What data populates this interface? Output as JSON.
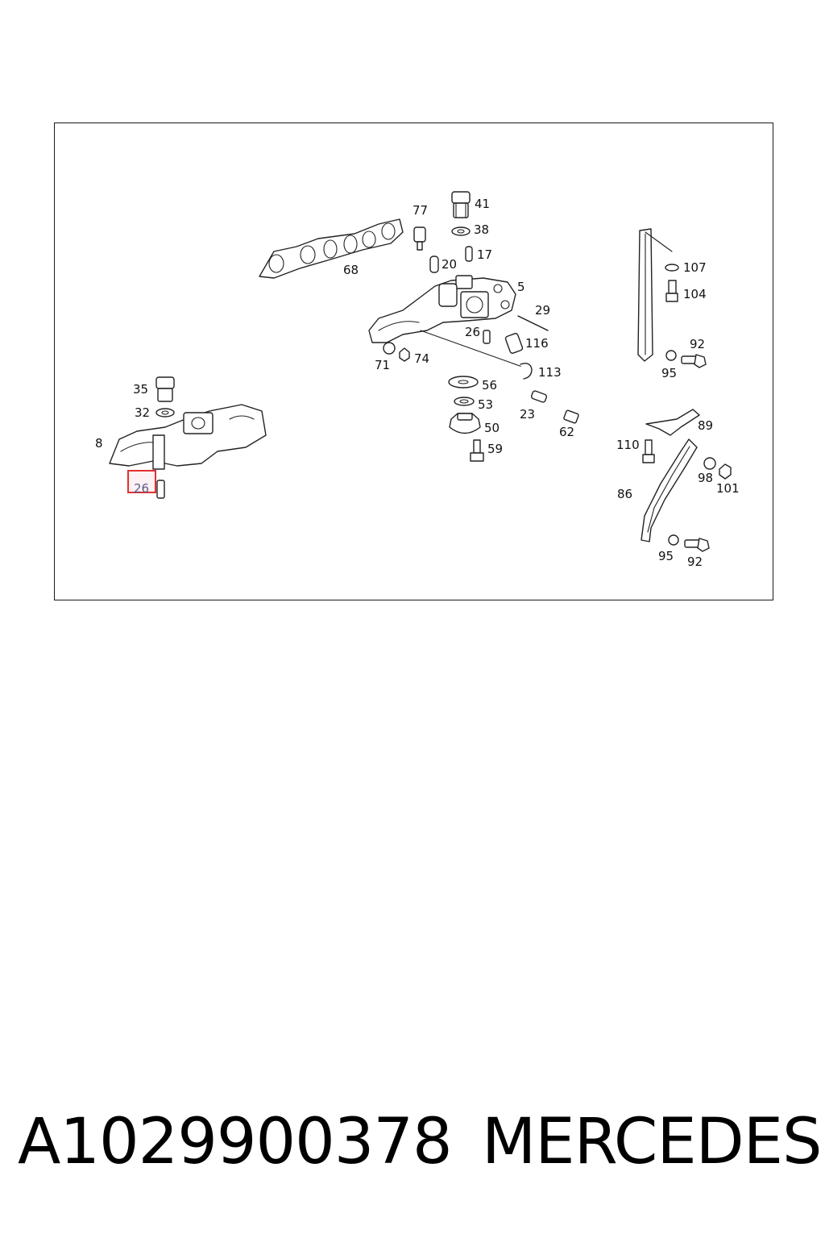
{
  "footer": {
    "part_number": "A1029900378",
    "brand": "MERCEDES"
  },
  "highlight": {
    "label": "26"
  },
  "callouts": {
    "c41": "41",
    "c77": "77",
    "c38": "38",
    "c17": "17",
    "c20": "20",
    "c68": "68",
    "c5": "5",
    "c29": "29",
    "c26a": "26",
    "c116": "116",
    "c71": "71",
    "c74": "74",
    "c113": "113",
    "c56": "56",
    "c53": "53",
    "c23": "23",
    "c62": "62",
    "c50": "50",
    "c59": "59",
    "c35": "35",
    "c32": "32",
    "c8": "8",
    "c107": "107",
    "c104": "104",
    "c92a": "92",
    "c95a": "95",
    "c89": "89",
    "c110": "110",
    "c98": "98",
    "c101": "101",
    "c86": "86",
    "c95b": "95",
    "c92b": "92"
  }
}
